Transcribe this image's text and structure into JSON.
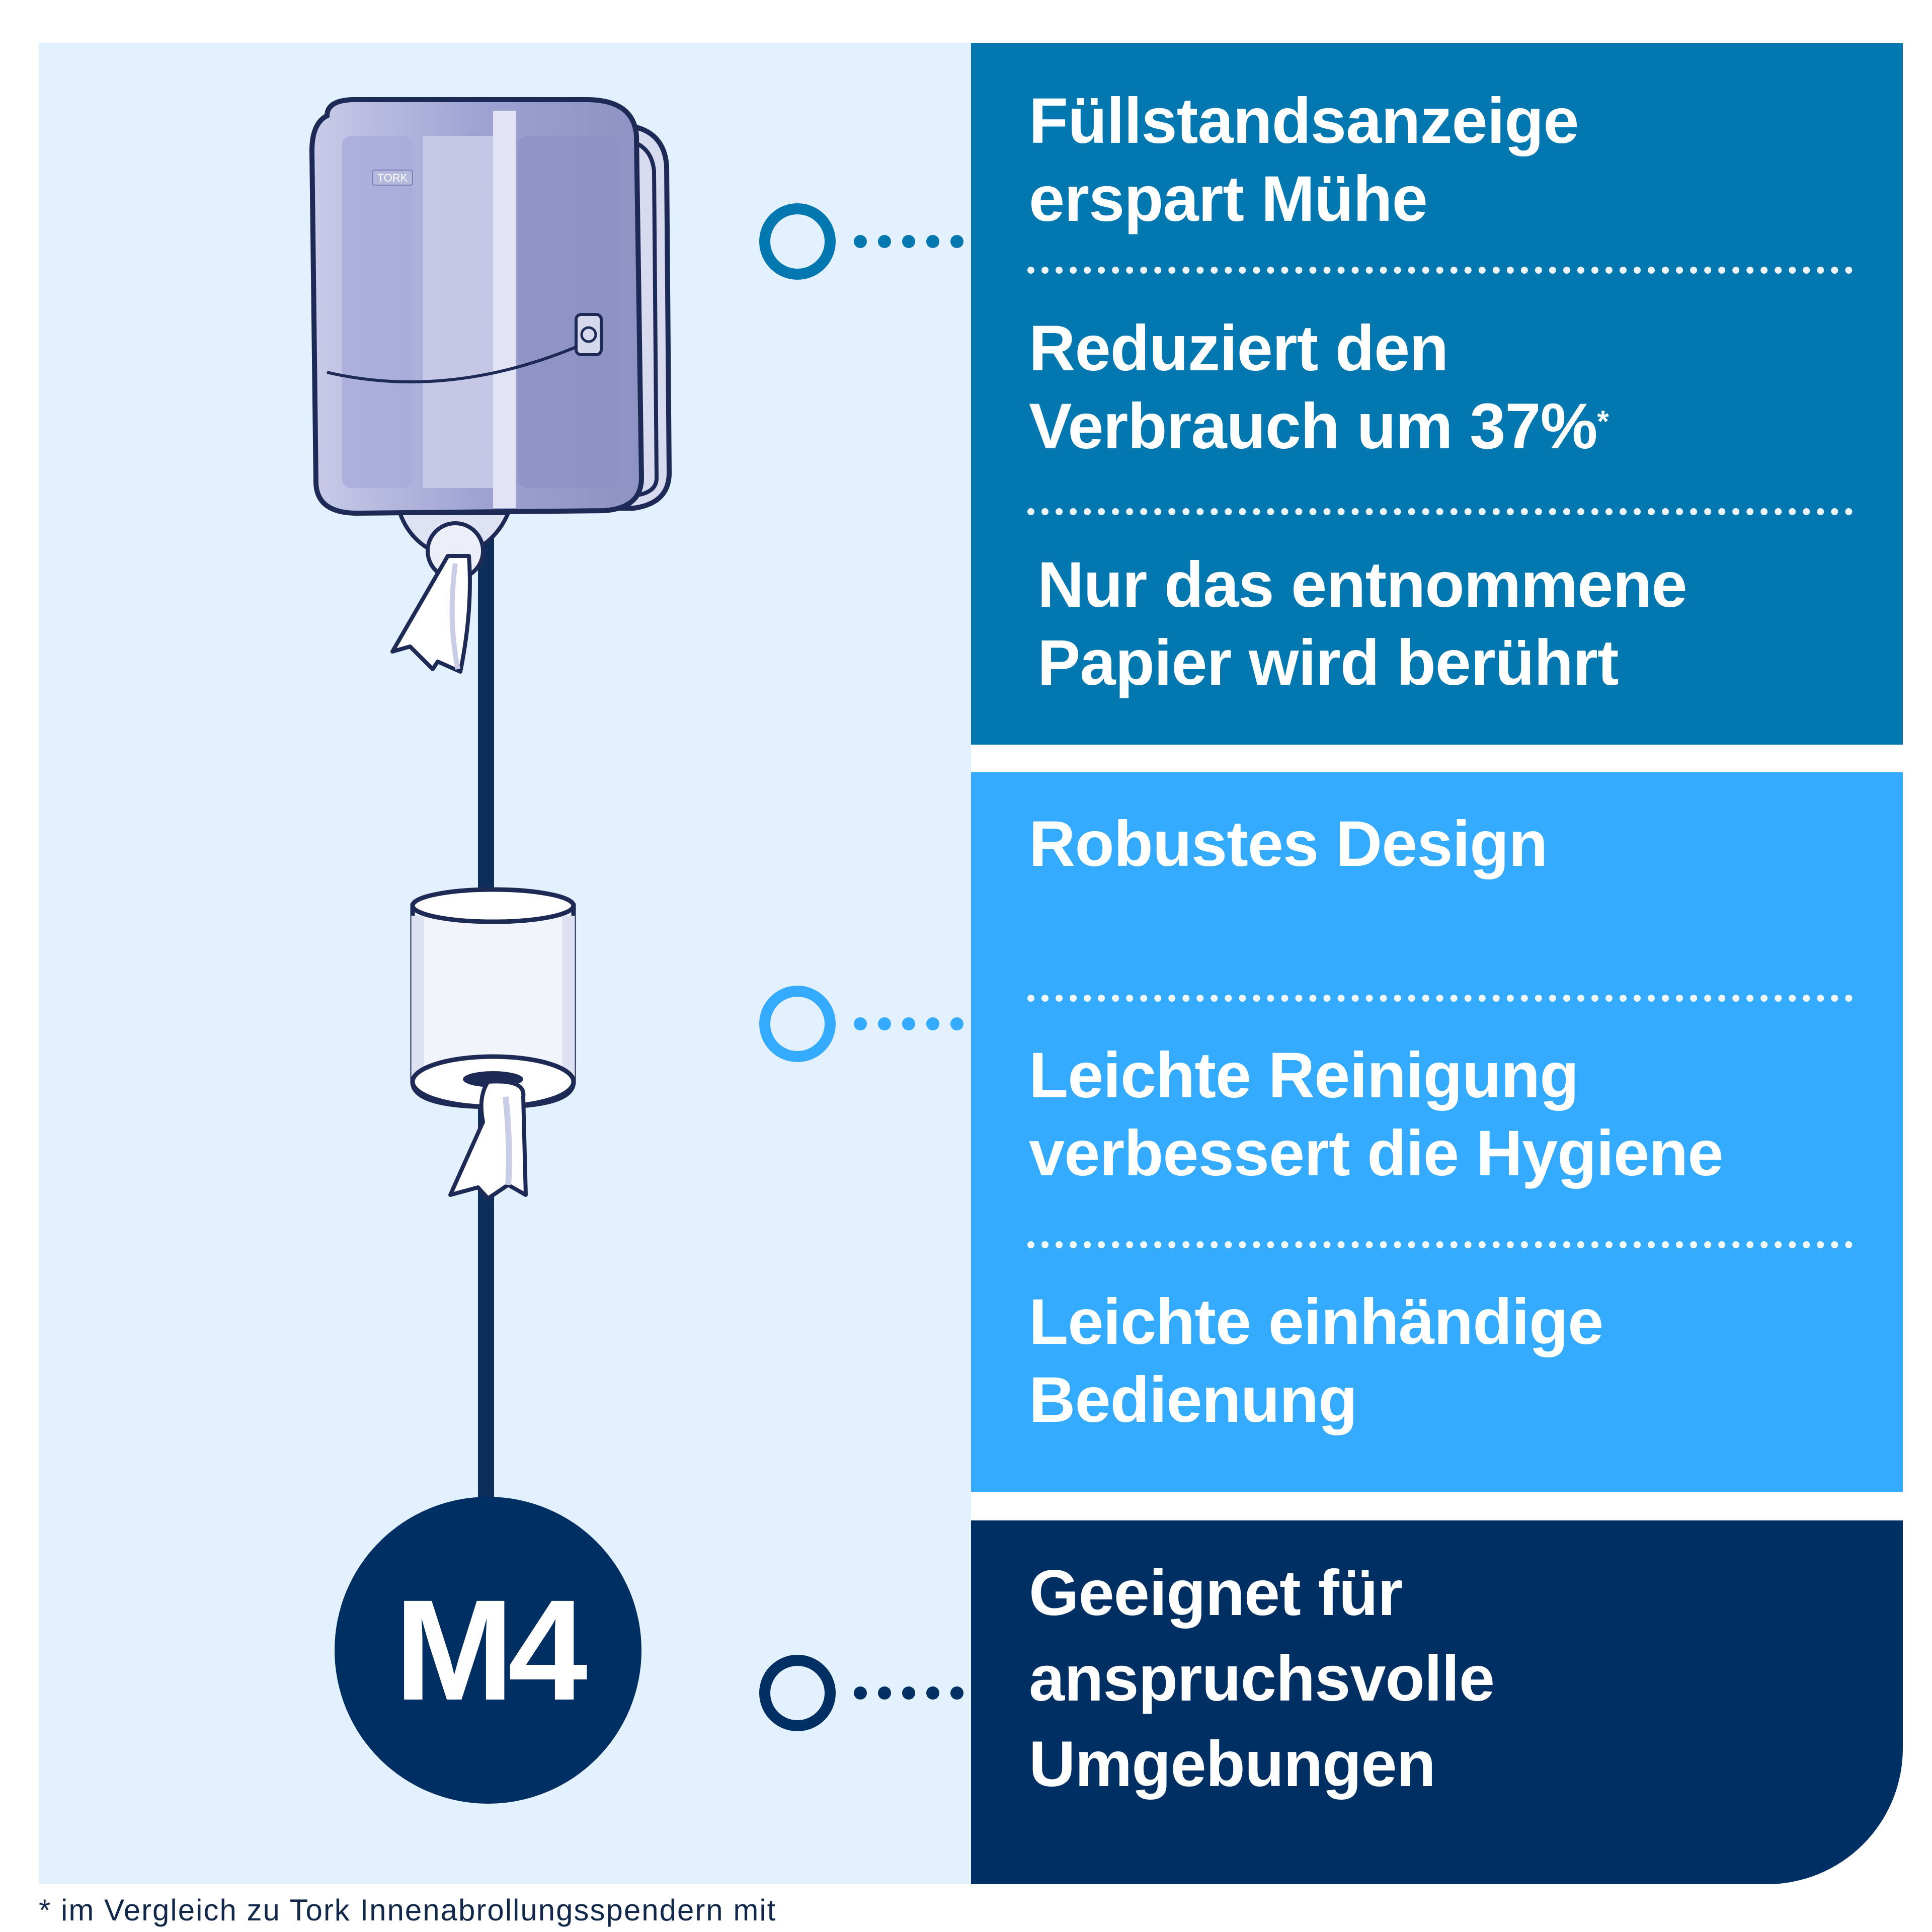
{
  "features": {
    "top": [
      "Füllstandsanzeige\nerspart Mühe",
      "Reduziert den\nVerbrauch um 37%",
      "Nur das entnommene\nPapier wird berührt"
    ],
    "asterisk": "*",
    "middle": [
      "Robustes Design",
      "Leichte Reinigung\nverbessert die Hygiene",
      "Leichte einhändige\nBedienung"
    ],
    "bottom": "Geeignet für\nanspruchsvolle\nUmgebungen"
  },
  "badge": "M4",
  "brand_logo": "TORK",
  "footnote": "* im Vergleich zu Tork Innenabrollungsspendern mit",
  "colors": {
    "left_background": "#e3f0fd",
    "panel_top": "#0277b0",
    "panel_middle": "#34abff",
    "panel_bottom": "#002f63",
    "timeline": "#0d2d5a",
    "text": "#ffffff"
  },
  "icons": [
    "paper-dispenser-icon",
    "paper-roll-icon",
    "timeline-circle-marker-icon"
  ]
}
